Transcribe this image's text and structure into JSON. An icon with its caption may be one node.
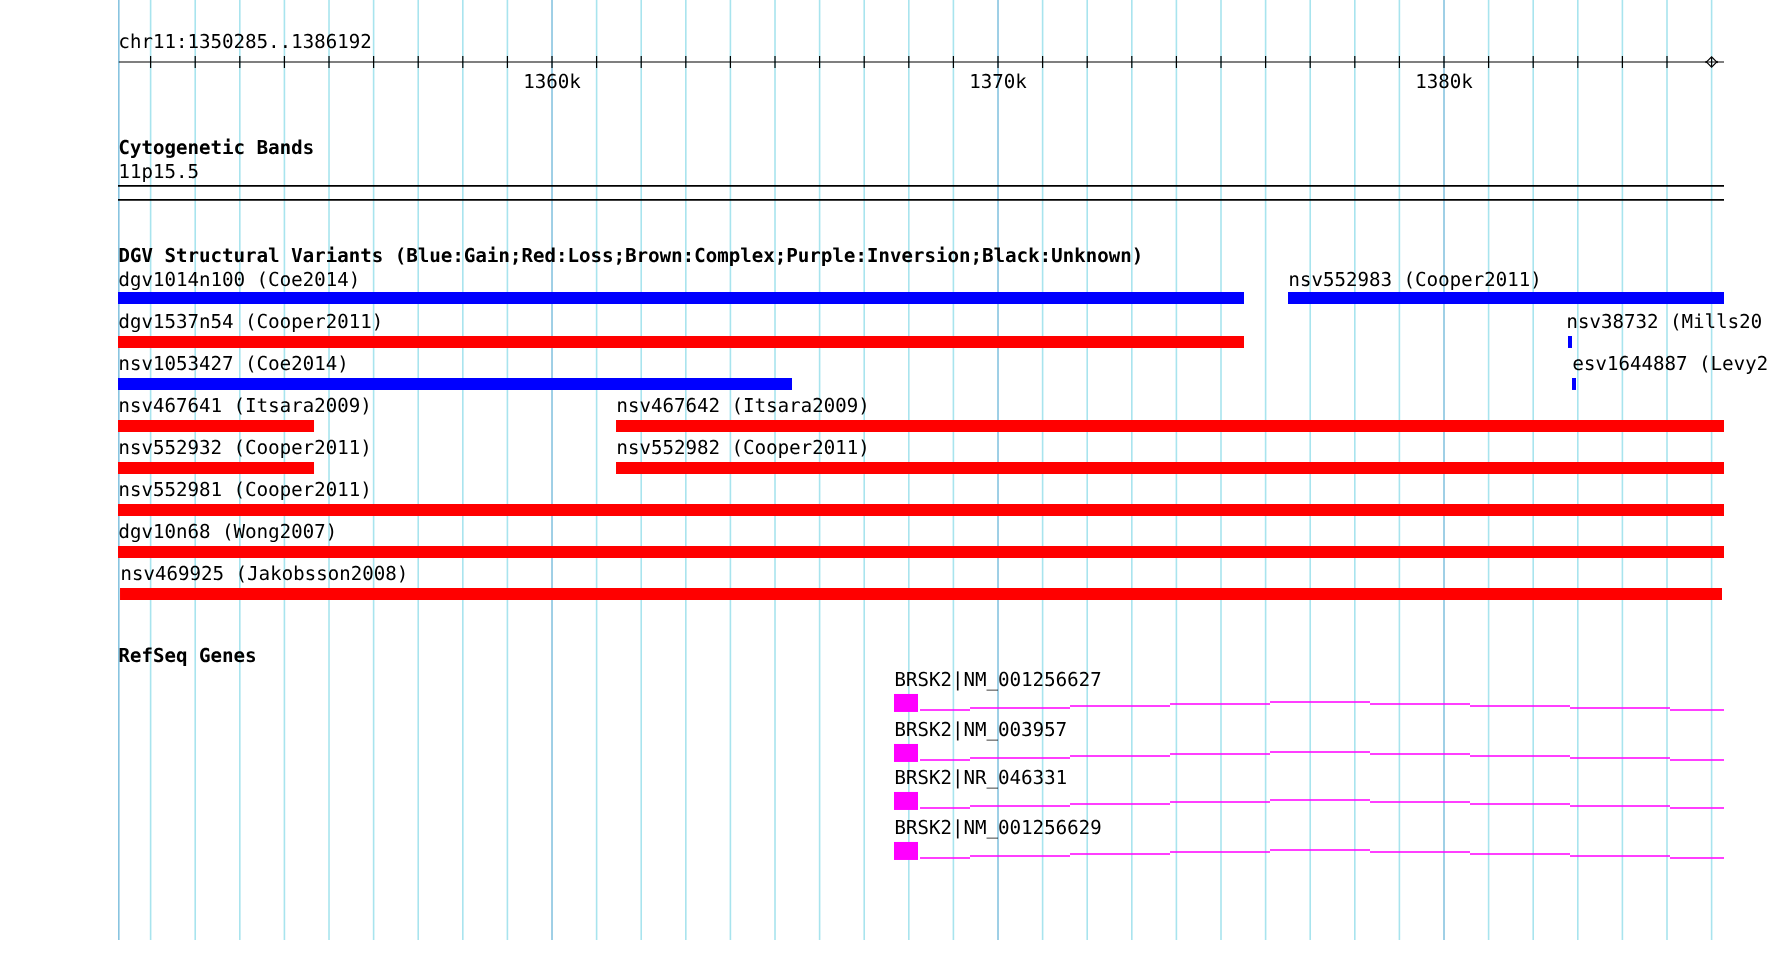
{
  "diagram": {
    "nodes": [
      {
        "text": [
          "dgv1014n100 (Coe2014)"
        ]
      },
      {
        "text": [
          "nsv552983 (Cooper2011)"
        ]
      },
      {
        "text": [
          "dgv1537n54 (Cooper2011)"
        ]
      },
      {
        "text": [
          "nsv38732 (Mills20"
        ]
      },
      {
        "text": [
          "nsv1053427 (Coe2014)"
        ]
      },
      {
        "text": [
          "esv1644887 (Levy2"
        ]
      },
      {
        "text": [
          "nsv467641 (Itsara2009)"
        ]
      },
      {
        "text": [
          "nsv467642 (Itsara2009)"
        ]
      },
      {
        "text": [
          "nsv552932 (Cooper2011)"
        ]
      },
      {
        "text": [
          "nsv552982 (Cooper2011)"
        ]
      },
      {
        "text": [
          "nsv552981 (Cooper2011)"
        ]
      },
      {
        "text": [
          "dgv10n68 (Wong2007)"
        ]
      },
      {
        "text": [
          "nsv469925 (Jakobsson2008)"
        ]
      },
      {
        "text": [
          "BRSK2|NM_001256627"
        ]
      },
      {
        "text": [
          "BRSK2|NM_003957"
        ]
      },
      {
        "text": [
          "BRSK2|NR_046331"
        ]
      },
      {
        "text": [
          "BRSK2|NM_001256629"
        ]
      }
    ],
    "edges": [],
    "labels": [
      "chr11:1350285..1386192",
      "1360k",
      "1370k",
      "1380k",
      "Cytogenetic Bands",
      "11p15.5",
      "DGV Structural Variants (Blue:Gain;Red:Loss;Brown:Complex;Purple:Inversion;Black:Unknown)",
      "RefSeq Genes"
    ]
  }
}
